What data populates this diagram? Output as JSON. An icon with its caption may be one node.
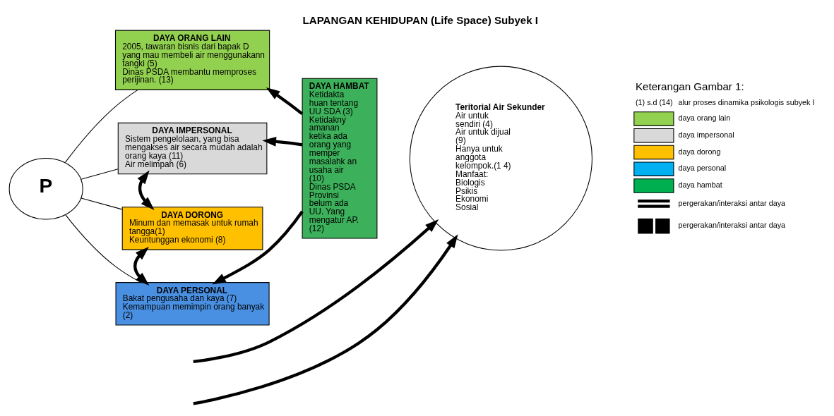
{
  "diagram": {
    "title": "LAPANGAN KEHIDUPAN (Life Space) Subyek I",
    "nodes": [
      {
        "text": [
          "P"
        ]
      },
      {
        "text": [
          "DAYA ORANG LAIN",
          "2005, tawaran bisnis dari bapak D yang mau membeli air menggunakann tangki (5)",
          "Dinas PSDA membantu memproses perijinan. (13)"
        ]
      },
      {
        "text": [
          "DAYA IMPERSONAL",
          "Sistem pengelolaan, yang bisa mengakses air secara mudah adalah orang kaya (11)",
          "Air melimpah (6)"
        ]
      },
      {
        "text": [
          "DAYA DORONG",
          "Minum dan memasak untuk rumah tangga(1)",
          "Keuntunggan ekonomi (8)"
        ]
      },
      {
        "text": [
          "DAYA PERSONAL",
          "Bakat pengusaha dan kaya (7)",
          "Kemampuan memimpin orang banyak (2)"
        ]
      },
      {
        "text": [
          "DAYA HAMBAT",
          "Ketidakta huan tentang UU SDA (3)",
          "Ketidakny amanan ketika ada orang yang memper masalahk an usaha air (10)",
          "Dinas PSDA Provinsi belum ada UU. Yang mengatur AP. (12)"
        ]
      },
      {
        "text": [
          "Teritorial Air Sekunder",
          "Air untuk sendiri (4)",
          "Air untuk dijual (9)",
          "Hanya untuk anggota kelompok.(1 4)",
          "Manfaat:",
          "Biologis",
          "Psikis",
          "Ekonomi",
          "Sosial"
        ]
      }
    ],
    "edges": [
      {
        "from": 0,
        "to": 1,
        "arrow": "none"
      },
      {
        "from": 0,
        "to": 2,
        "arrow": "none"
      },
      {
        "from": 0,
        "to": 3,
        "arrow": "none"
      },
      {
        "from": 0,
        "to": 4,
        "arrow": "none"
      },
      {
        "from": null,
        "to": 6,
        "arrow": "to"
      },
      {
        "from": null,
        "to": 6,
        "arrow": "to"
      },
      {
        "from": 5,
        "to": 1,
        "arrow": "to"
      },
      {
        "from": 5,
        "to": 2,
        "arrow": "to"
      },
      {
        "from": 5,
        "to": 4,
        "arrow": "to"
      },
      {
        "from": 2,
        "to": 3,
        "arrow": "both"
      },
      {
        "from": 3,
        "to": 4,
        "arrow": "both"
      }
    ],
    "labels": [
      "Keterangan Gambar 1:",
      "(1) s.d (14)",
      "alur proses dinamika psikologis subyek I"
    ],
    "legend": [
      {
        "text": "daya orang lain",
        "color": "#92d050"
      },
      {
        "text": "daya impersonal",
        "color": "#d9d9d9"
      },
      {
        "text": "daya dorong",
        "color": "#ffc000"
      },
      {
        "text": "daya personal",
        "color": "#00b0f0"
      },
      {
        "text": "daya hambat",
        "color": "#00b050"
      },
      {
        "text": "pergerakan/interaksi antar daya"
      },
      {
        "text": "pergerakan/interaksi antar daya"
      }
    ]
  }
}
